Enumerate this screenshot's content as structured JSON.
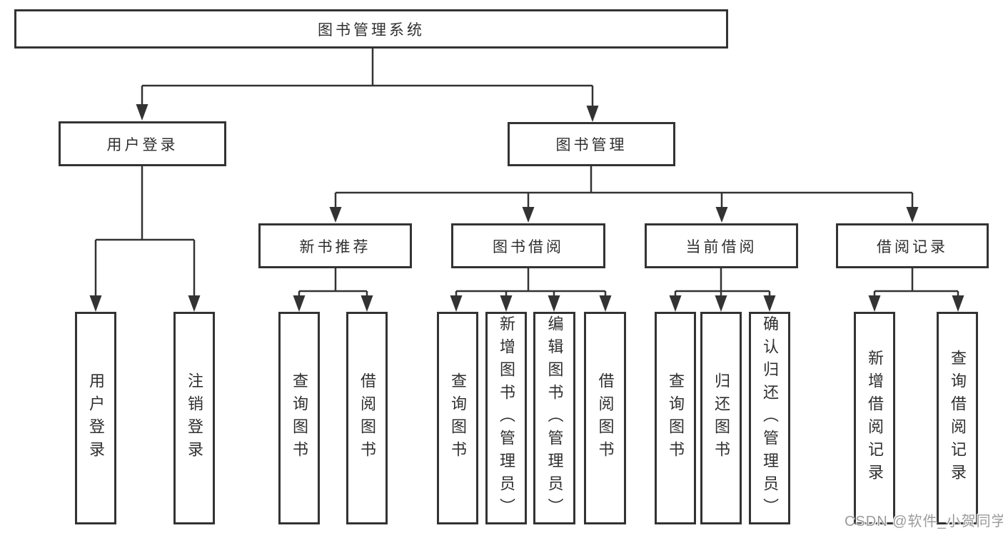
{
  "diagram": {
    "root": {
      "label": "图书管理系统"
    },
    "level1": [
      {
        "id": "user-login",
        "label": "用户登录"
      },
      {
        "id": "book-management",
        "label": "图书管理"
      }
    ],
    "level2": [
      {
        "id": "new-book-recommendation",
        "label": "新书推荐"
      },
      {
        "id": "book-borrowing",
        "label": "图书借阅"
      },
      {
        "id": "current-borrowing",
        "label": "当前借阅"
      },
      {
        "id": "borrowing-records",
        "label": "借阅记录"
      }
    ],
    "leaves": [
      {
        "parent": "user-login",
        "label": "用户登录"
      },
      {
        "parent": "user-login",
        "label": "注销登录"
      },
      {
        "parent": "new-book-recommendation",
        "label": "查询图书"
      },
      {
        "parent": "new-book-recommendation",
        "label": "借阅图书"
      },
      {
        "parent": "book-borrowing",
        "label": "查询图书"
      },
      {
        "parent": "book-borrowing",
        "label": "新增图书（管理员）"
      },
      {
        "parent": "book-borrowing",
        "label": "编辑图书（管理员）"
      },
      {
        "parent": "book-borrowing",
        "label": "借阅图书"
      },
      {
        "parent": "current-borrowing",
        "label": "查询图书"
      },
      {
        "parent": "current-borrowing",
        "label": "归还图书"
      },
      {
        "parent": "current-borrowing",
        "label": "确认归还（管理员）"
      },
      {
        "parent": "borrowing-records",
        "label": "新增借阅记录"
      },
      {
        "parent": "borrowing-records",
        "label": "查询借阅记录"
      }
    ],
    "colors": {
      "line": "#333333",
      "text": "#2f2f2f",
      "node_background": "#ffffff"
    }
  },
  "watermark": {
    "text": "CSDN @软件_小贺同学",
    "color": "#9b9b9b"
  }
}
